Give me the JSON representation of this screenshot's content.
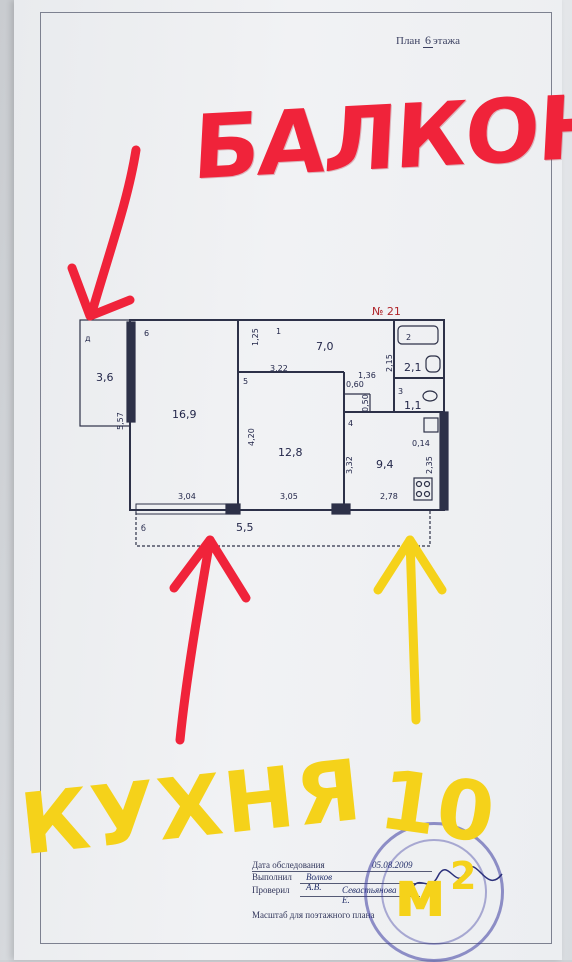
{
  "header": {
    "prefix": "План",
    "floor": "6",
    "suffix": "этажа"
  },
  "apartment_number": "№ 21",
  "rooms": [
    {
      "id": "balcony-left",
      "area": "3,6"
    },
    {
      "id": "room-large",
      "area": "16,9"
    },
    {
      "id": "corridor",
      "area": "7,0"
    },
    {
      "id": "bathroom",
      "area": "2,1"
    },
    {
      "id": "toilet",
      "area": "1,1"
    },
    {
      "id": "room-middle",
      "area": "12,8"
    },
    {
      "id": "kitchen",
      "area": "9,4"
    },
    {
      "id": "balcony-bottom",
      "area": "5,5"
    }
  ],
  "room_numbers": {
    "n1": "1",
    "n2": "2",
    "n3": "3",
    "n4": "4",
    "n5": "5",
    "n6_top": "6",
    "n6_bottom": "б",
    "d": "д"
  },
  "dimensions": {
    "d_557": "5,57",
    "d_125": "1,25",
    "d_322a": "3,22",
    "d_136": "1,36",
    "d_215": "2,15",
    "d_060": "0,60",
    "d_050": "0,50",
    "d_420": "4,20",
    "d_322b": "3,32",
    "d_014": "0,14",
    "d_235": "2,35",
    "d_304": "3,04",
    "d_305": "3,05",
    "d_278": "2,78"
  },
  "annotations": {
    "balcony": "БАЛКОН",
    "kitchen": "КУХНЯ",
    "kitchen_area_value": "10",
    "kitchen_area_unit": "м",
    "kitchen_area_sup": "2"
  },
  "footer": {
    "survey_label": "Дата обследования",
    "survey_date": "05.08.2009",
    "done_label": "Выполнил",
    "done_name": "Волков А.В.",
    "checked_label": "Проверил",
    "checked_name": "Севастьянова Е.",
    "scale_label": "Масштаб для поэтажного плана"
  },
  "colors": {
    "red_marker": "#f0233a",
    "yellow_marker": "#f5d21a",
    "ink": "#23274a"
  }
}
